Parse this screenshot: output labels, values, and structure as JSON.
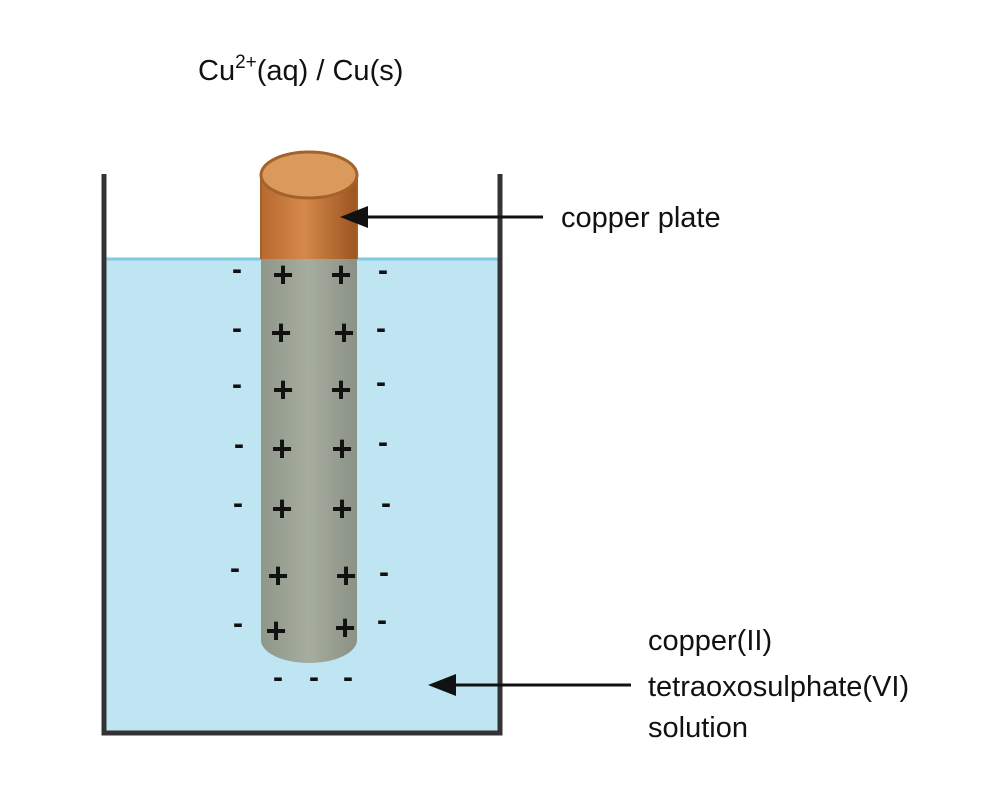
{
  "title": {
    "prefix": "Cu",
    "superscript": "2+",
    "suffix": "(aq) / Cu(s)"
  },
  "labels": {
    "copper_plate": "copper plate",
    "solution_line1": "copper(II)",
    "solution_line2": "tetraoxosulphate(VI)",
    "solution_line3": "solution"
  },
  "charges": {
    "positive": "+",
    "negative": "-"
  },
  "colors": {
    "solution": "#bfe5f2",
    "solution_surface": "#7fcbe0",
    "copper": "#c8793a",
    "copper_top": "#d99a5c",
    "submerged_plate": "#9ea597",
    "beaker": "#333333"
  }
}
